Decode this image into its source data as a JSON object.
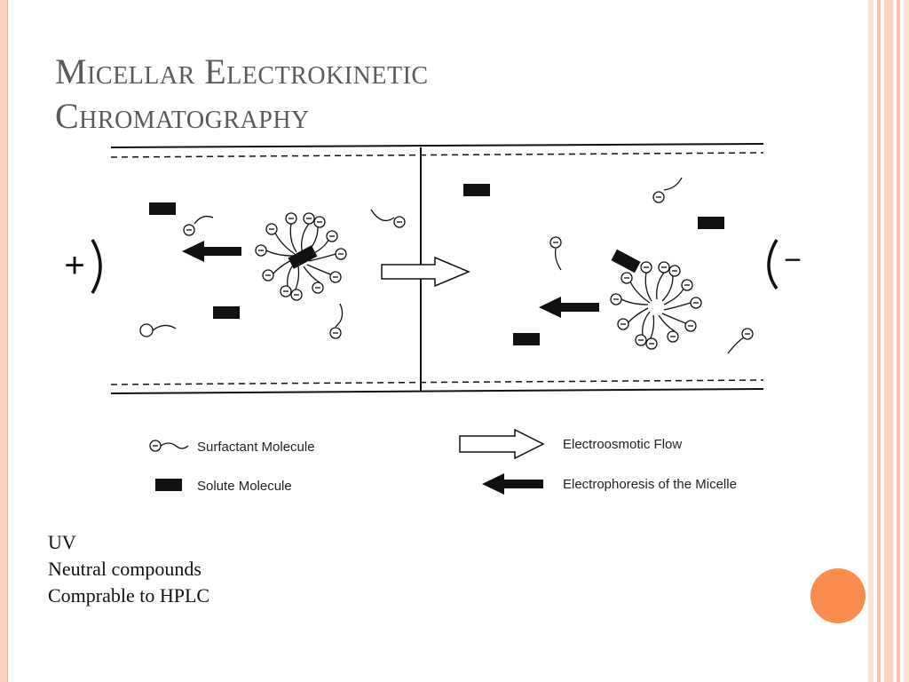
{
  "slide": {
    "title_line1": "Micellar Electrokinetic",
    "title_line2": "Chromatography",
    "bullets": [
      "UV",
      "Neutral compounds",
      "Comprable to HPLC"
    ],
    "colors": {
      "accent": "#fb8c4e",
      "border": "#fbd3c2",
      "title": "#5a5a5a"
    }
  },
  "diagram": {
    "anode_label": "+",
    "cathode_label": "−",
    "legend": {
      "surfactant": "Surfactant Molecule",
      "solute": "Solute Molecule",
      "eof": "Electroosmotic Flow",
      "electrophoresis": "Electrophoresis of the Micelle"
    }
  }
}
